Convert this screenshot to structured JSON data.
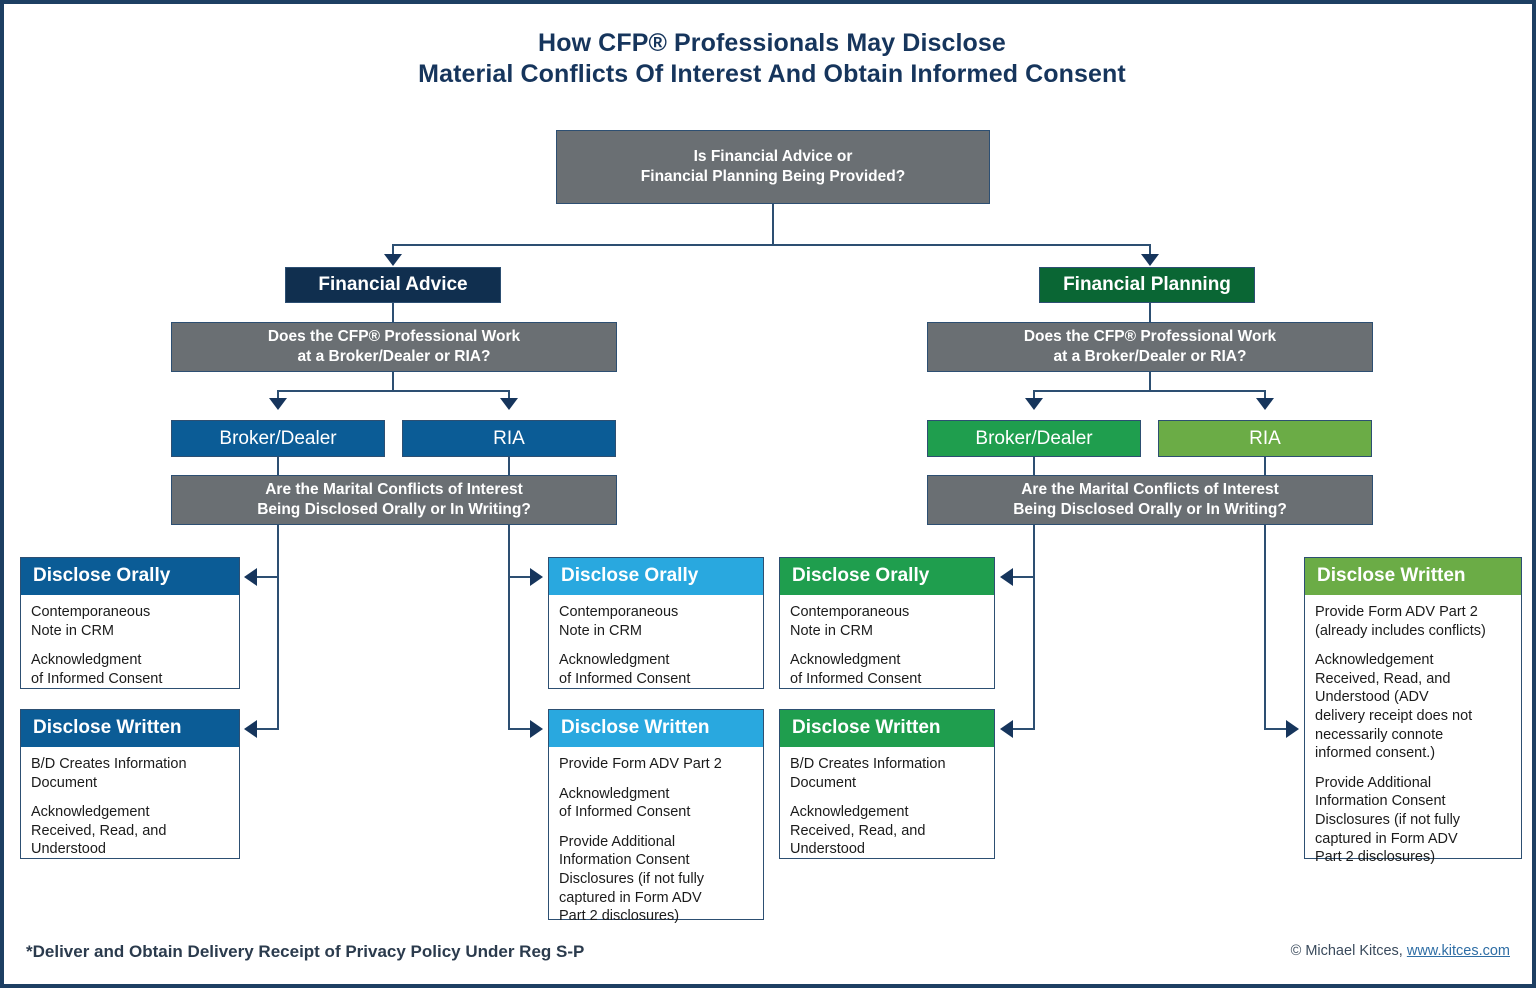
{
  "title": {
    "line1": "How CFP® Professionals May Disclose",
    "line2": "Material Conflicts Of Interest And Obtain Informed Consent"
  },
  "root": {
    "line1": "Is Financial Advice or",
    "line2": "Financial Planning Being Provided?"
  },
  "branches": {
    "left": {
      "label": "Financial Advice",
      "question1_line1": "Does the CFP® Professional Work",
      "question1_line2": "at a Broker/Dealer or RIA?",
      "option_bd": "Broker/Dealer",
      "option_ria": "RIA",
      "question2_line1": "Are the Marital Conflicts of Interest",
      "question2_line2": "Being Disclosed Orally or In Writing?"
    },
    "right": {
      "label": "Financial Planning",
      "question1_line1": "Does the CFP® Professional Work",
      "question1_line2": "at a Broker/Dealer or RIA?",
      "option_bd": "Broker/Dealer",
      "option_ria": "RIA",
      "question2_line1": "Are the Marital Conflicts of Interest",
      "question2_line2": "Being Disclosed Orally or In Writing?"
    }
  },
  "outcomes": {
    "advice_bd_oral": {
      "heading": "Disclose Orally",
      "item1": "Contemporaneous\nNote in CRM",
      "item2": "Acknowledgment\nof Informed Consent"
    },
    "advice_bd_written": {
      "heading": "Disclose Written",
      "item1": "B/D Creates Information\nDocument",
      "item2": "Acknowledgement\nReceived, Read, and\nUnderstood"
    },
    "advice_ria_oral": {
      "heading": "Disclose Orally",
      "item1": "Contemporaneous\nNote in CRM",
      "item2": "Acknowledgment\nof Informed Consent"
    },
    "advice_ria_written": {
      "heading": "Disclose Written",
      "item1": "Provide Form ADV Part 2",
      "item2": "Acknowledgment\nof Informed Consent",
      "item3": "Provide Additional\nInformation Consent\nDisclosures (if not fully\ncaptured in Form ADV\nPart 2 disclosures)"
    },
    "planning_bd_oral": {
      "heading": "Disclose Orally",
      "item1": "Contemporaneous\nNote in CRM",
      "item2": "Acknowledgment\nof Informed Consent"
    },
    "planning_bd_written": {
      "heading": "Disclose Written",
      "item1": "B/D Creates Information\nDocument",
      "item2": "Acknowledgement\nReceived, Read, and\nUnderstood"
    },
    "planning_ria_written": {
      "heading": "Disclose Written",
      "item1": "Provide Form ADV Part 2\n(already includes conflicts)",
      "item2": "Acknowledgement\nReceived, Read, and\nUnderstood (ADV\ndelivery receipt does not\nnecessarily connote\ninformed consent.)",
      "item3": "Provide Additional\nInformation Consent\nDisclosures (if not fully\ncaptured in Form ADV\nPart 2 disclosures)"
    }
  },
  "footnote": "*Deliver and Obtain Delivery Receipt of Privacy Policy Under Reg S-P",
  "copyright": {
    "text": "© Michael Kitces, ",
    "link": "www.kitces.com"
  },
  "colors": {
    "border": "#1d3f63",
    "title_text": "#16355c",
    "gray": "#6a6f73",
    "navy": "#102f4f",
    "dark_green": "#0a6634",
    "medium_blue": "#0b5c96",
    "light_blue": "#29a8df",
    "medium_green": "#1f9e4e",
    "light_green": "#6bac46",
    "connector": "#2d4f72"
  }
}
